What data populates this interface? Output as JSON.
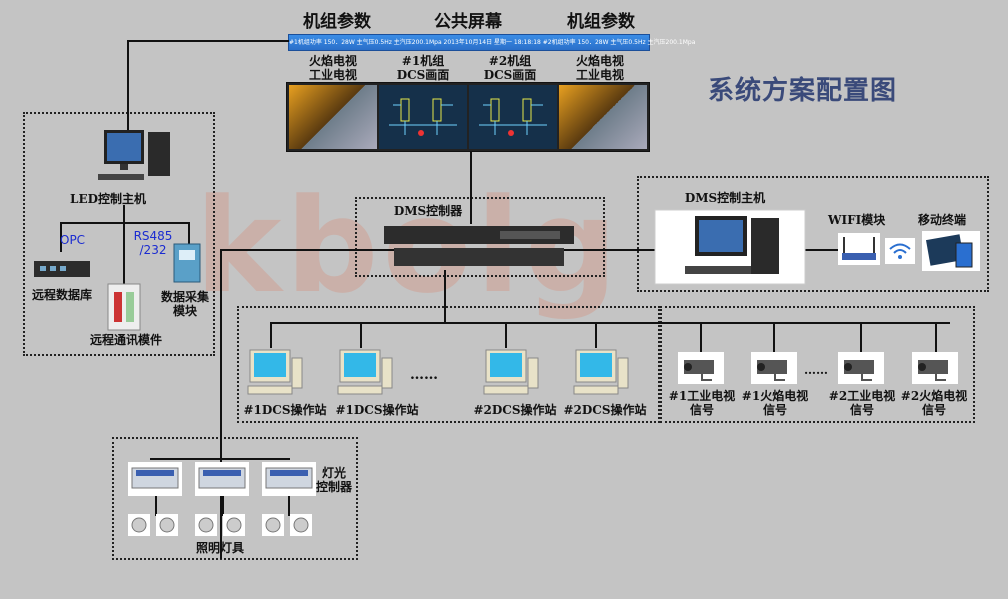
{
  "diagram": {
    "title": "系统方案配置图",
    "watermark": "kbolg",
    "header": {
      "left_label": "机组参数",
      "center_label": "公共屏幕",
      "right_label": "机组参数",
      "ticker_text": "#1机组功率 150．28W  主气压0.5Hz 主汽压200.1Mpa 2013年10月14日 星期一 18:18:18 #2机组功率 150．28W 主气压0.5Hz 主汽压200.1Mpa"
    },
    "screen_labels": [
      "火焰电视\n工业电视",
      "#1机组\nDCS画面",
      "#2机组\nDCS画面",
      "火焰电视\n工业电视"
    ],
    "led_group": {
      "host": "LED控制主机",
      "opc": "OPC",
      "rs485": "RS485\n/232",
      "remote_db": "远程数据库",
      "comm_module": "远程通讯模件",
      "acq_module": "数据采集\n模块"
    },
    "dms_controller": "DMS控制器",
    "dms_host_group": {
      "host": "DMS控制主机",
      "wifi": "WIFI模块",
      "mobile": "移动终端"
    },
    "dcs_stations": [
      "#1DCS操作站",
      "#1DCS操作站",
      "#2DCS操作站",
      "#2DCS操作站"
    ],
    "cameras": [
      "#1工业电视\n信号",
      "#1火焰电视\n信号",
      "#2工业电视\n信号",
      "#2火焰电视\n信号"
    ],
    "ellipsis": "……",
    "lighting": {
      "controller": "灯光\n控制器",
      "lamps": "照明灯具"
    }
  }
}
